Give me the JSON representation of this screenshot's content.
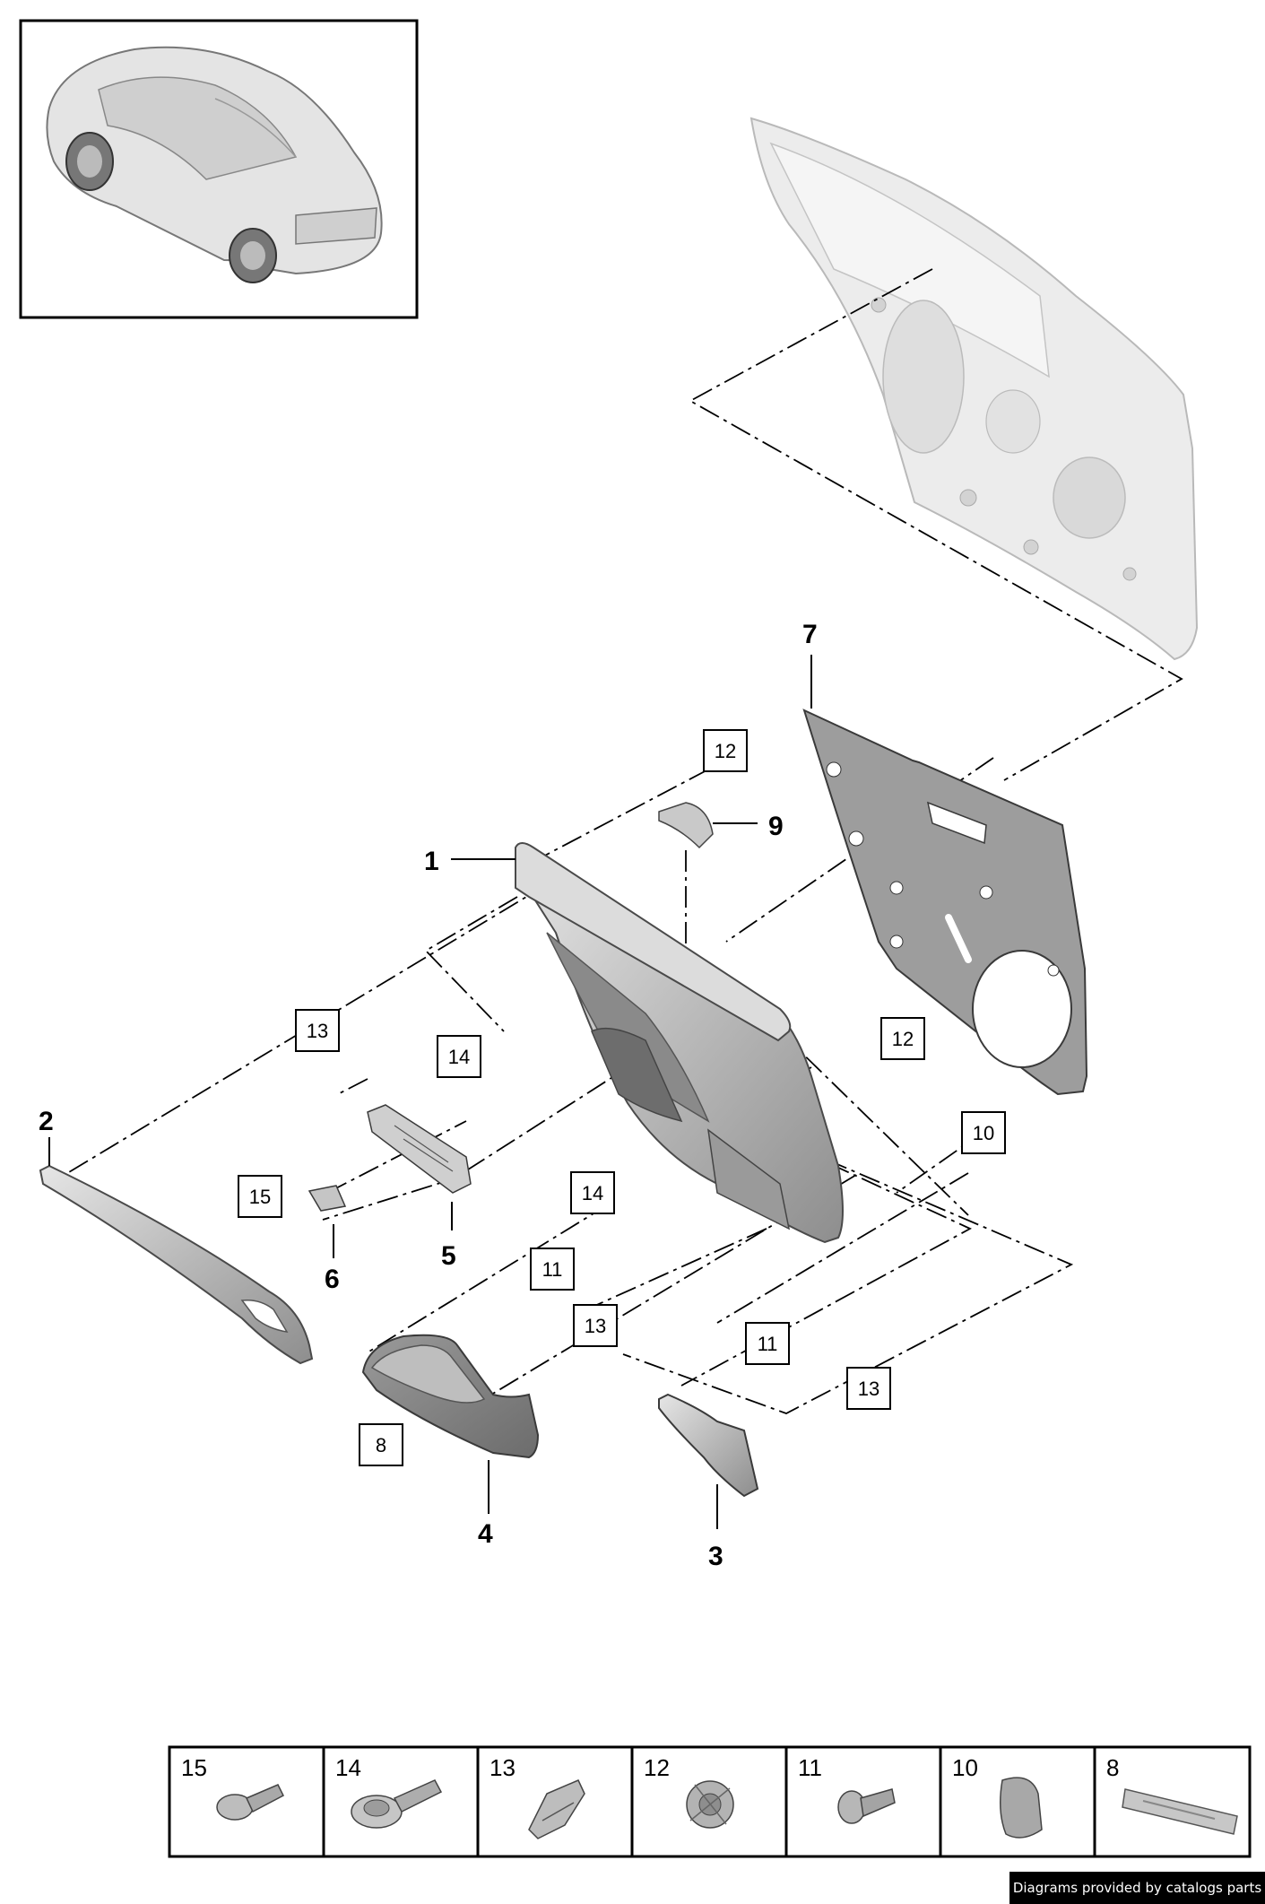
{
  "diagram": {
    "inset_label": "vehicle-overview",
    "callouts": {
      "p1": "1",
      "p2": "2",
      "p3": "3",
      "p4": "4",
      "p5": "5",
      "p6": "6",
      "p7": "7",
      "p9": "9"
    },
    "boxed_callouts": {
      "b12_top": "12",
      "b13_left": "13",
      "b14_upper": "14",
      "b12_right": "12",
      "b10": "10",
      "b15": "15",
      "b14_lower": "14",
      "b11_mid": "11",
      "b13_mid": "13",
      "b11_right": "11",
      "b13_right": "13",
      "b8": "8"
    }
  },
  "legend": {
    "items": [
      {
        "num": "15",
        "icon": "screw-icon"
      },
      {
        "num": "14",
        "icon": "collar-screw-icon"
      },
      {
        "num": "13",
        "icon": "clip-icon"
      },
      {
        "num": "12",
        "icon": "expanding-clip-icon"
      },
      {
        "num": "11",
        "icon": "rivet-icon"
      },
      {
        "num": "10",
        "icon": "cap-icon"
      },
      {
        "num": "8",
        "icon": "badge-icon"
      }
    ]
  },
  "footer": {
    "credit": "Diagrams provided by catalogs parts"
  },
  "colors": {
    "line": "#000000",
    "part_fill": "#bdbdbd",
    "panel_fill": "#9d9d9d",
    "door_fill": "#e9e9e9"
  }
}
